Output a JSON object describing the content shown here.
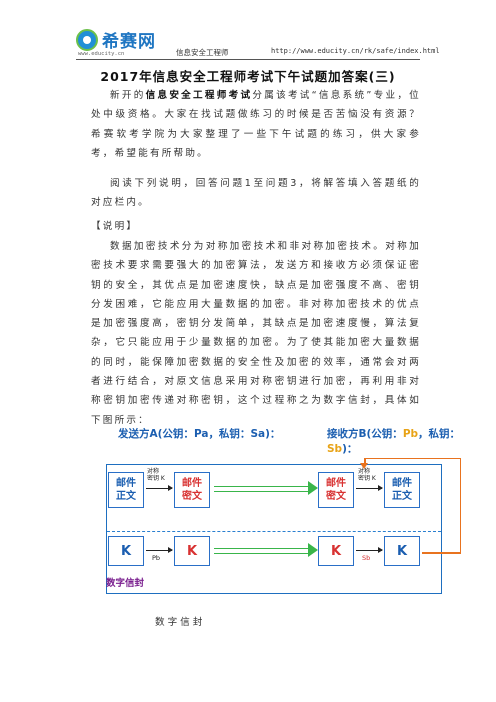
{
  "header": {
    "logo_name": "希赛网",
    "logo_url": "www.educity.cn",
    "title": "信息安全工程师",
    "url": "http://www.educity.cn/rk/safe/index.html"
  },
  "doc_title": "2017年信息安全工程师考试下午试题加答案(三)",
  "intro": {
    "pre": "新开的",
    "bold": "信息安全工程师考试",
    "post": "分属该考试“信息系统”专业，位处中级资格。大家在找试题做练习的时候是否苦恼没有资源？希赛软考学院为大家整理了一些下午试题的练习，供大家参考，希望能有所帮助。"
  },
  "instruction": "阅读下列说明，回答问题1至问题3，将解答填入答题纸的对应栏内。",
  "section_label": "【说明】",
  "description": "数据加密技术分为对称加密技术和非对称加密技术。对称加密技术要求需要强大的加密算法，发送方和接收方必须保证密钥的安全，其优点是加密速度快，缺点是加密强度不高、密钥分发困难，它能应用大量数据的加密。非对称加密技术的优点是加密强度高，密钥分发简单，其缺点是加密速度慢，算法复杂，它只能应用于少量数据的加密。为了使其能加密大量数据的同时，能保障加密数据的安全性及加密的效率，通常会对两者进行结合，对原文信息采用对称密钥进行加密，再利用非对称密钥加密传递对称密钥，这个过程称之为数字信封，具体如下图所示：",
  "figure": {
    "sender": {
      "pre": "发送方A(公钥：",
      "pa": "Pa",
      "mid": "，私钥：",
      "sa": "Sa",
      "post": ")："
    },
    "receiver": {
      "pre": "接收方B(公钥：",
      "pb": "Pb",
      "mid": "，私钥：",
      "sb": "Sb",
      "post": ")："
    },
    "mail_plain": "邮件\n正文",
    "mail_cipher": "邮件\n密文",
    "sym_key_label": "对称\n密钥 K",
    "k": "K",
    "pb_label": "Pb",
    "sb_label": "Sb",
    "digital_envelope": "数字信封"
  },
  "caption": "数字信封"
}
